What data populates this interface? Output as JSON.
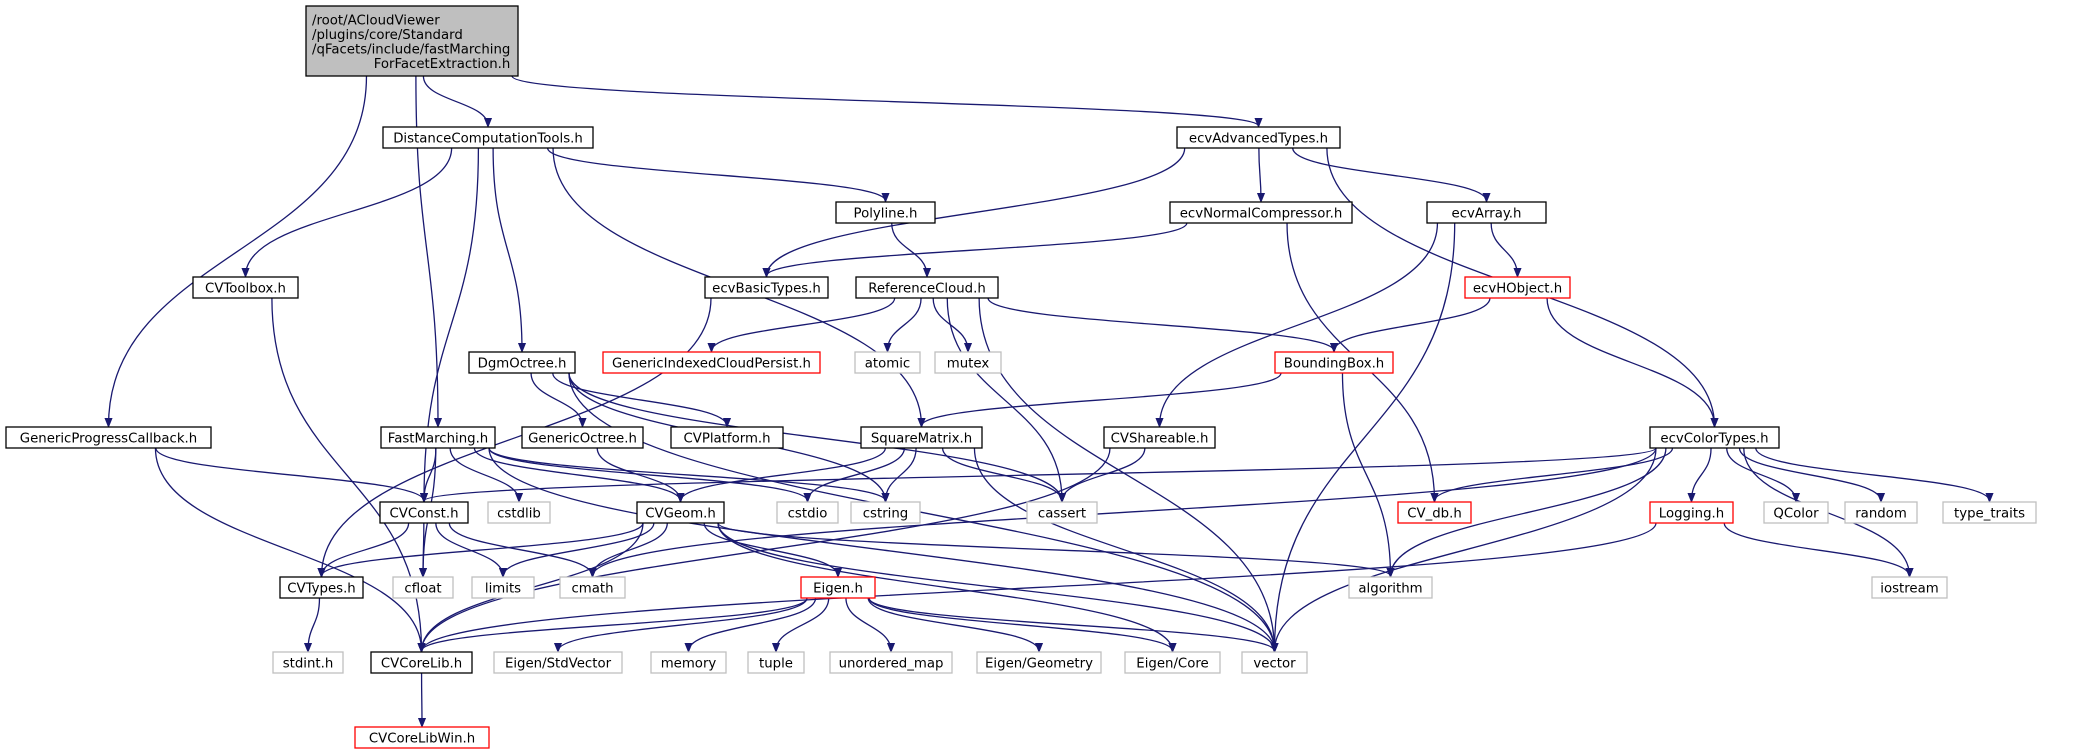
{
  "diagram": {
    "nodes": [
      {
        "id": "root",
        "style": "root",
        "lines": [
          "/root/ACloudViewer",
          "/plugins/core/Standard",
          "/qFacets/include/fastMarching",
          "ForFacetExtraction.h"
        ],
        "align": "left"
      },
      {
        "id": "DistanceComputationTools",
        "style": "normal",
        "lines": [
          "DistanceComputationTools.h"
        ]
      },
      {
        "id": "ecvAdvancedTypes",
        "style": "normal",
        "lines": [
          "ecvAdvancedTypes.h"
        ]
      },
      {
        "id": "Polyline",
        "style": "normal",
        "lines": [
          "Polyline.h"
        ]
      },
      {
        "id": "ecvNormalCompressor",
        "style": "normal",
        "lines": [
          "ecvNormalCompressor.h"
        ]
      },
      {
        "id": "ecvArray",
        "style": "normal",
        "lines": [
          "ecvArray.h"
        ]
      },
      {
        "id": "CVToolbox",
        "style": "normal",
        "lines": [
          "CVToolbox.h"
        ]
      },
      {
        "id": "ecvBasicTypes",
        "style": "normal",
        "lines": [
          "ecvBasicTypes.h"
        ]
      },
      {
        "id": "ReferenceCloud",
        "style": "normal",
        "lines": [
          "ReferenceCloud.h"
        ]
      },
      {
        "id": "ecvHObject",
        "style": "red",
        "lines": [
          "ecvHObject.h"
        ]
      },
      {
        "id": "DgmOctree",
        "style": "normal",
        "lines": [
          "DgmOctree.h"
        ]
      },
      {
        "id": "GenericIndexedCloudPersist",
        "style": "red",
        "lines": [
          "GenericIndexedCloudPersist.h"
        ]
      },
      {
        "id": "atomic",
        "style": "system",
        "lines": [
          "atomic"
        ]
      },
      {
        "id": "mutex",
        "style": "system",
        "lines": [
          "mutex"
        ]
      },
      {
        "id": "BoundingBox",
        "style": "red",
        "lines": [
          "BoundingBox.h"
        ]
      },
      {
        "id": "GenericProgressCallback",
        "style": "normal",
        "lines": [
          "GenericProgressCallback.h"
        ]
      },
      {
        "id": "FastMarching",
        "style": "normal",
        "lines": [
          "FastMarching.h"
        ]
      },
      {
        "id": "GenericOctree",
        "style": "normal",
        "lines": [
          "GenericOctree.h"
        ]
      },
      {
        "id": "CVPlatform",
        "style": "normal",
        "lines": [
          "CVPlatform.h"
        ]
      },
      {
        "id": "SquareMatrix",
        "style": "normal",
        "lines": [
          "SquareMatrix.h"
        ]
      },
      {
        "id": "CVShareable",
        "style": "normal",
        "lines": [
          "CVShareable.h"
        ]
      },
      {
        "id": "ecvColorTypes",
        "style": "normal",
        "lines": [
          "ecvColorTypes.h"
        ]
      },
      {
        "id": "CVConst",
        "style": "normal",
        "lines": [
          "CVConst.h"
        ]
      },
      {
        "id": "cstdlib",
        "style": "system",
        "lines": [
          "cstdlib"
        ]
      },
      {
        "id": "CVGeom",
        "style": "normal",
        "lines": [
          "CVGeom.h"
        ]
      },
      {
        "id": "cstdio",
        "style": "system",
        "lines": [
          "cstdio"
        ]
      },
      {
        "id": "cstring",
        "style": "system",
        "lines": [
          "cstring"
        ]
      },
      {
        "id": "cassert",
        "style": "system",
        "lines": [
          "cassert"
        ]
      },
      {
        "id": "CV_db",
        "style": "red",
        "lines": [
          "CV_db.h"
        ]
      },
      {
        "id": "Logging",
        "style": "red",
        "lines": [
          "Logging.h"
        ]
      },
      {
        "id": "QColor",
        "style": "system",
        "lines": [
          "QColor"
        ]
      },
      {
        "id": "random",
        "style": "system",
        "lines": [
          "random"
        ]
      },
      {
        "id": "type_traits",
        "style": "system",
        "lines": [
          "type_traits"
        ]
      },
      {
        "id": "CVTypes",
        "style": "normal",
        "lines": [
          "CVTypes.h"
        ]
      },
      {
        "id": "cfloat",
        "style": "system",
        "lines": [
          "cfloat"
        ]
      },
      {
        "id": "limits",
        "style": "system",
        "lines": [
          "limits"
        ]
      },
      {
        "id": "cmath",
        "style": "system",
        "lines": [
          "cmath"
        ]
      },
      {
        "id": "Eigen",
        "style": "red",
        "lines": [
          "Eigen.h"
        ]
      },
      {
        "id": "algorithm",
        "style": "system",
        "lines": [
          "algorithm"
        ]
      },
      {
        "id": "iostream",
        "style": "system",
        "lines": [
          "iostream"
        ]
      },
      {
        "id": "stdint",
        "style": "system",
        "lines": [
          "stdint.h"
        ]
      },
      {
        "id": "CVCoreLib",
        "style": "normal",
        "lines": [
          "CVCoreLib.h"
        ]
      },
      {
        "id": "EigenStdVector",
        "style": "system",
        "lines": [
          "Eigen/StdVector"
        ]
      },
      {
        "id": "memory",
        "style": "system",
        "lines": [
          "memory"
        ]
      },
      {
        "id": "tuple",
        "style": "system",
        "lines": [
          "tuple"
        ]
      },
      {
        "id": "unordered_map",
        "style": "system",
        "lines": [
          "unordered_map"
        ]
      },
      {
        "id": "EigenGeometry",
        "style": "system",
        "lines": [
          "Eigen/Geometry"
        ]
      },
      {
        "id": "EigenCore",
        "style": "system",
        "lines": [
          "Eigen/Core"
        ]
      },
      {
        "id": "vector",
        "style": "system",
        "lines": [
          "vector"
        ]
      },
      {
        "id": "CVCoreLibWin",
        "style": "red",
        "lines": [
          "CVCoreLibWin.h"
        ]
      }
    ],
    "edges": [
      [
        "root",
        "DistanceComputationTools"
      ],
      [
        "root",
        "ecvAdvancedTypes"
      ],
      [
        "root",
        "GenericProgressCallback"
      ],
      [
        "root",
        "FastMarching"
      ],
      [
        "DistanceComputationTools",
        "CVToolbox"
      ],
      [
        "DistanceComputationTools",
        "Polyline"
      ],
      [
        "DistanceComputationTools",
        "DgmOctree"
      ],
      [
        "DistanceComputationTools",
        "CVConst"
      ],
      [
        "DistanceComputationTools",
        "SquareMatrix"
      ],
      [
        "ecvAdvancedTypes",
        "ecvBasicTypes"
      ],
      [
        "ecvAdvancedTypes",
        "ecvNormalCompressor"
      ],
      [
        "ecvAdvancedTypes",
        "ecvArray"
      ],
      [
        "ecvAdvancedTypes",
        "ecvColorTypes"
      ],
      [
        "Polyline",
        "ReferenceCloud"
      ],
      [
        "ecvNormalCompressor",
        "ecvBasicTypes"
      ],
      [
        "ecvNormalCompressor",
        "CV_db"
      ],
      [
        "ecvArray",
        "ecvHObject"
      ],
      [
        "ecvArray",
        "CVShareable"
      ],
      [
        "ecvArray",
        "vector"
      ],
      [
        "CVToolbox",
        "CVCoreLib"
      ],
      [
        "ecvBasicTypes",
        "CVTypes"
      ],
      [
        "ReferenceCloud",
        "GenericIndexedCloudPersist"
      ],
      [
        "ReferenceCloud",
        "atomic"
      ],
      [
        "ReferenceCloud",
        "mutex"
      ],
      [
        "ReferenceCloud",
        "BoundingBox"
      ],
      [
        "ReferenceCloud",
        "cassert"
      ],
      [
        "ReferenceCloud",
        "vector"
      ],
      [
        "ecvHObject",
        "BoundingBox"
      ],
      [
        "ecvHObject",
        "ecvColorTypes"
      ],
      [
        "DgmOctree",
        "GenericOctree"
      ],
      [
        "DgmOctree",
        "CVPlatform"
      ],
      [
        "DgmOctree",
        "cstring"
      ],
      [
        "DgmOctree",
        "cassert"
      ],
      [
        "DgmOctree",
        "vector"
      ],
      [
        "BoundingBox",
        "SquareMatrix"
      ],
      [
        "BoundingBox",
        "algorithm"
      ],
      [
        "GenericProgressCallback",
        "CVConst"
      ],
      [
        "GenericProgressCallback",
        "CVCoreLib"
      ],
      [
        "FastMarching",
        "CVConst"
      ],
      [
        "FastMarching",
        "cstdlib"
      ],
      [
        "FastMarching",
        "CVGeom"
      ],
      [
        "FastMarching",
        "cstdio"
      ],
      [
        "FastMarching",
        "cstring"
      ],
      [
        "FastMarching",
        "cfloat"
      ],
      [
        "FastMarching",
        "vector"
      ],
      [
        "GenericOctree",
        "CVGeom"
      ],
      [
        "SquareMatrix",
        "CVGeom"
      ],
      [
        "SquareMatrix",
        "cstdio"
      ],
      [
        "SquareMatrix",
        "cstring"
      ],
      [
        "SquareMatrix",
        "cassert"
      ],
      [
        "SquareMatrix",
        "vector"
      ],
      [
        "CVShareable",
        "cassert"
      ],
      [
        "CVShareable",
        "CVCoreLib"
      ],
      [
        "ecvColorTypes",
        "CVConst"
      ],
      [
        "ecvColorTypes",
        "CV_db"
      ],
      [
        "ecvColorTypes",
        "Logging"
      ],
      [
        "ecvColorTypes",
        "QColor"
      ],
      [
        "ecvColorTypes",
        "random"
      ],
      [
        "ecvColorTypes",
        "type_traits"
      ],
      [
        "ecvColorTypes",
        "algorithm"
      ],
      [
        "ecvColorTypes",
        "iostream"
      ],
      [
        "ecvColorTypes",
        "vector"
      ],
      [
        "ecvColorTypes",
        "cmath"
      ],
      [
        "CVConst",
        "CVTypes"
      ],
      [
        "CVConst",
        "cfloat"
      ],
      [
        "CVConst",
        "limits"
      ],
      [
        "CVConst",
        "cmath"
      ],
      [
        "CVGeom",
        "CVTypes"
      ],
      [
        "CVGeom",
        "limits"
      ],
      [
        "CVGeom",
        "cmath"
      ],
      [
        "CVGeom",
        "Eigen"
      ],
      [
        "CVGeom",
        "algorithm"
      ],
      [
        "CVGeom",
        "CVCoreLib"
      ],
      [
        "CVGeom",
        "vector"
      ],
      [
        "CVGeom",
        "EigenCore"
      ],
      [
        "Logging",
        "iostream"
      ],
      [
        "Logging",
        "CVCoreLib"
      ],
      [
        "CVTypes",
        "stdint"
      ],
      [
        "Eigen",
        "CVCoreLib"
      ],
      [
        "Eigen",
        "EigenStdVector"
      ],
      [
        "Eigen",
        "memory"
      ],
      [
        "Eigen",
        "tuple"
      ],
      [
        "Eigen",
        "unordered_map"
      ],
      [
        "Eigen",
        "EigenGeometry"
      ],
      [
        "Eigen",
        "EigenCore"
      ],
      [
        "Eigen",
        "vector"
      ],
      [
        "CVCoreLib",
        "CVCoreLibWin"
      ]
    ]
  }
}
